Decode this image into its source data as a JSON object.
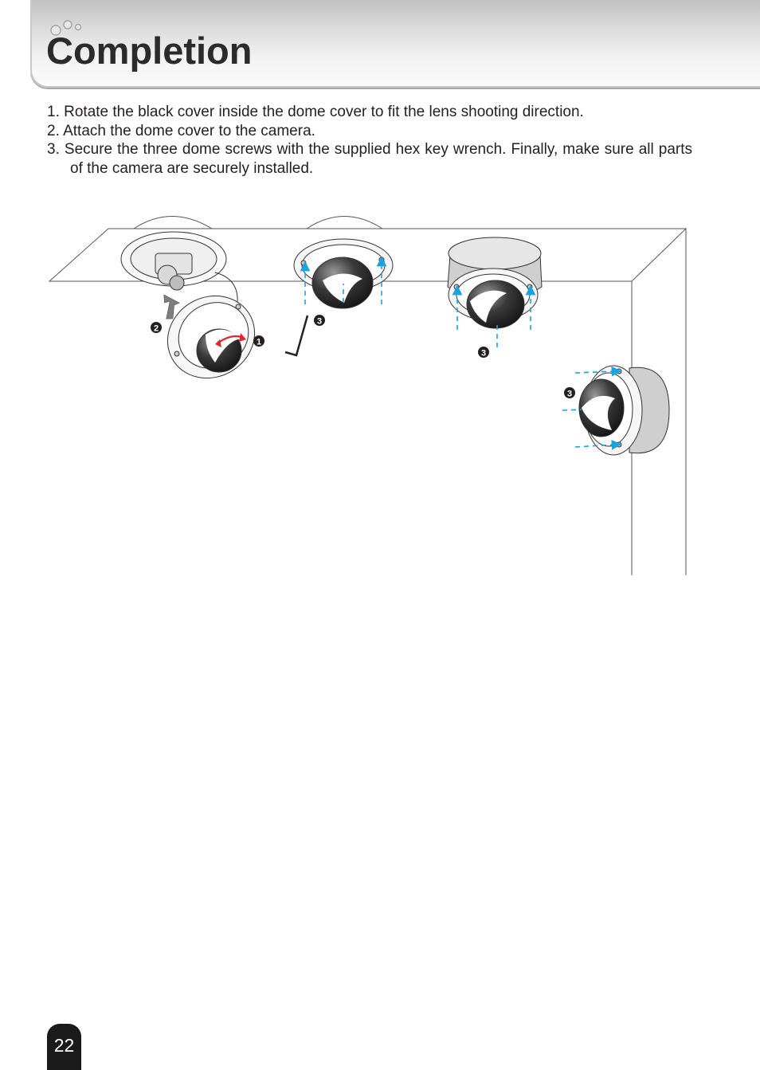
{
  "page": {
    "title": "Completion",
    "page_number": "22"
  },
  "steps": [
    {
      "num": "1.",
      "text": "Rotate the black cover inside the dome cover to fit the lens shooting direction."
    },
    {
      "num": "2.",
      "text": "Attach the dome cover to the camera."
    },
    {
      "num": "3.",
      "text": "Secure the three dome screws with the supplied hex key wrench. Finally, make sure all parts of the camera are securely installed."
    }
  ],
  "illustration": {
    "callouts": [
      "2",
      "1",
      "3",
      "3",
      "3"
    ],
    "colors": {
      "arrow_dashed": "#1aa3e0",
      "rotate_arrow": "#e2262b",
      "dome_dark": "#1e1e1e",
      "callout_fill": "#231f20"
    }
  }
}
